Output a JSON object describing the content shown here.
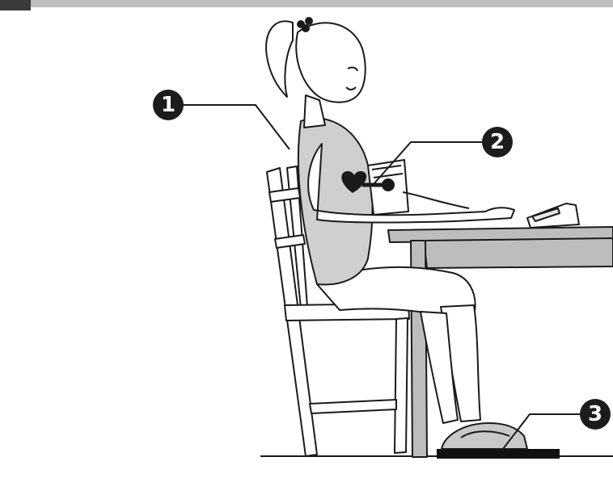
{
  "callouts": [
    {
      "number": "1",
      "target": "back-posture"
    },
    {
      "number": "2",
      "target": "cuff-at-heart-level"
    },
    {
      "number": "3",
      "target": "feet-flat-on-floor"
    }
  ],
  "colors": {
    "line": "#1a1a1a",
    "shirt": "#cfcfcf",
    "table": "#bdbdbd",
    "floor_mat": "#111111",
    "header_dark": "#3a3a3a",
    "header_strip": "#bdbdbd"
  },
  "icons": [
    "heart-icon",
    "blood-pressure-monitor-icon",
    "chair-icon",
    "table-icon"
  ]
}
